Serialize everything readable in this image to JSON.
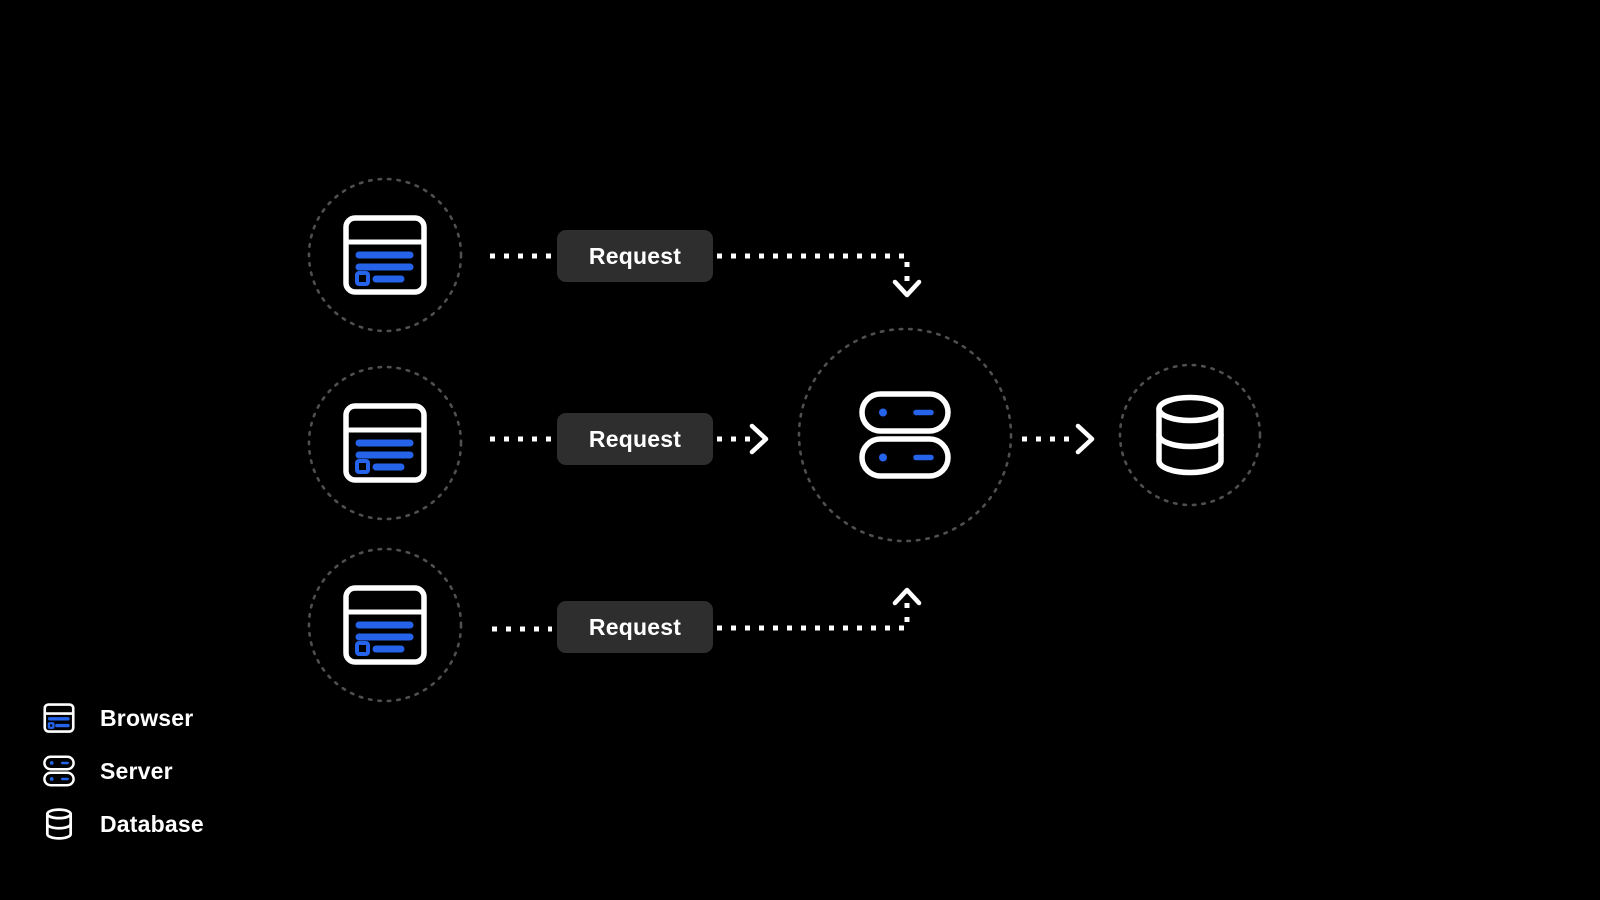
{
  "colors": {
    "background": "#000000",
    "accent_blue": "#2563eb",
    "icon_stroke": "#ffffff",
    "dotted_circle": "#4f4f4f",
    "connector": "#ffffff",
    "request_button_bg": "#2e2e2f",
    "request_button_text": "#ffffff",
    "legend_text": "#ffffff"
  },
  "diagram": {
    "nodes": {
      "browsers": [
        {
          "icon": "browser-icon"
        },
        {
          "icon": "browser-icon"
        },
        {
          "icon": "browser-icon"
        }
      ],
      "server": {
        "icon": "server-icon"
      },
      "database": {
        "icon": "database-icon"
      }
    },
    "requests": [
      {
        "label": "Request"
      },
      {
        "label": "Request"
      },
      {
        "label": "Request"
      }
    ]
  },
  "legend": {
    "items": [
      {
        "icon": "browser-icon",
        "label": "Browser"
      },
      {
        "icon": "server-icon",
        "label": "Server"
      },
      {
        "icon": "database-icon",
        "label": "Database"
      }
    ]
  }
}
